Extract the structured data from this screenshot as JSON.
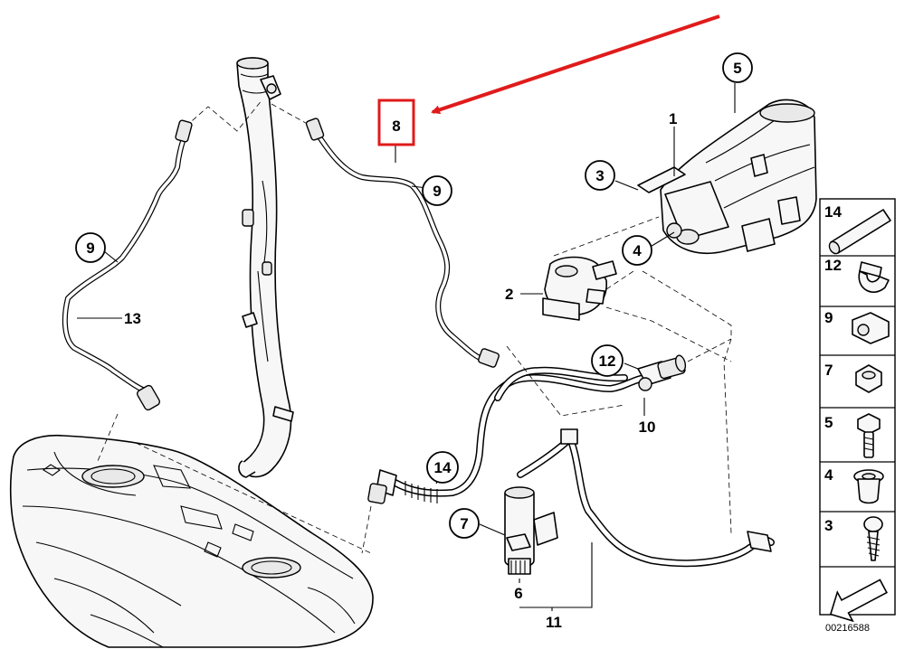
{
  "callouts": {
    "c1": "1",
    "c2": "2",
    "c3": "3",
    "c4": "4",
    "c5": "5",
    "c6": "6",
    "c7": "7",
    "c8": "8",
    "c9a": "9",
    "c9b": "9",
    "c10": "10",
    "c11": "11",
    "c12": "12",
    "c13": "13",
    "c14": "14"
  },
  "legend": {
    "items": [
      "14",
      "12",
      "9",
      "7",
      "5",
      "4",
      "3"
    ]
  },
  "diagram_number": "00216588",
  "colors": {
    "highlight": "#e01b1b",
    "line": "#000000"
  }
}
